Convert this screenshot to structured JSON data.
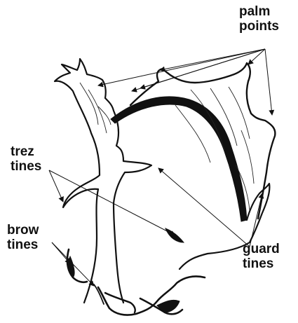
{
  "labels": {
    "palm": {
      "line1": "palm",
      "line2": "points"
    },
    "trez": {
      "line1": "trez",
      "line2": "tines"
    },
    "brow": {
      "line1": "brow",
      "line2": "tines"
    },
    "guard": {
      "line1": "guard",
      "line2": "tines"
    }
  },
  "colors": {
    "ink": "#111111",
    "background": "#ffffff"
  }
}
